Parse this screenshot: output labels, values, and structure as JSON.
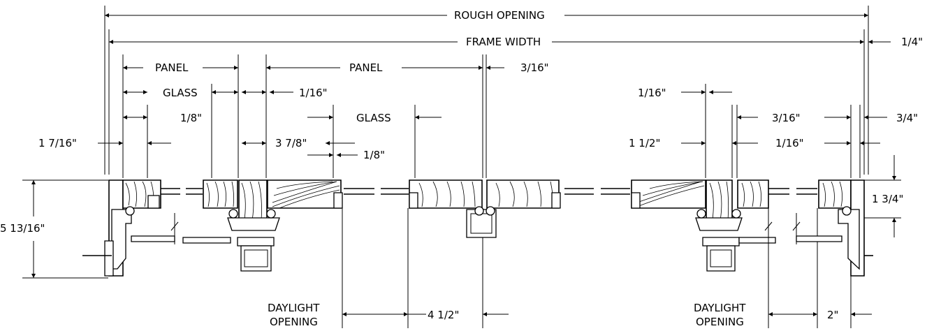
{
  "labels": {
    "rough_opening": "ROUGH OPENING",
    "frame_width": "FRAME WIDTH",
    "panel_left": "PANEL",
    "panel_center": "PANEL",
    "glass_left": "GLASS",
    "glass_center": "GLASS",
    "quarter": "1/4\"",
    "three_sixteenths_top": "3/16\"",
    "one_sixteenth_left": "1/16\"",
    "one_eighth_left": "1/8\"",
    "one_seven_sixteenths": "1 7/16\"",
    "three_seven_eighths": "3 7/8\"",
    "one_eighth_center": "1/8\"",
    "one_sixteenth_right_top": "1/16\"",
    "three_sixteenths_right": "3/16\"",
    "three_quarters": "3/4\"",
    "one_half_right": "1 1/2\"",
    "one_sixteenth_right": "1/16\"",
    "one_three_quarters": "1 3/4\"",
    "five_thirteen_sixteenths": "5 13/16\"",
    "daylight_left_1": "DAYLIGHT",
    "daylight_left_2": "OPENING",
    "four_half": "4 1/2\"",
    "daylight_right_1": "DAYLIGHT",
    "daylight_right_2": "OPENING",
    "two_inch": "2\""
  }
}
